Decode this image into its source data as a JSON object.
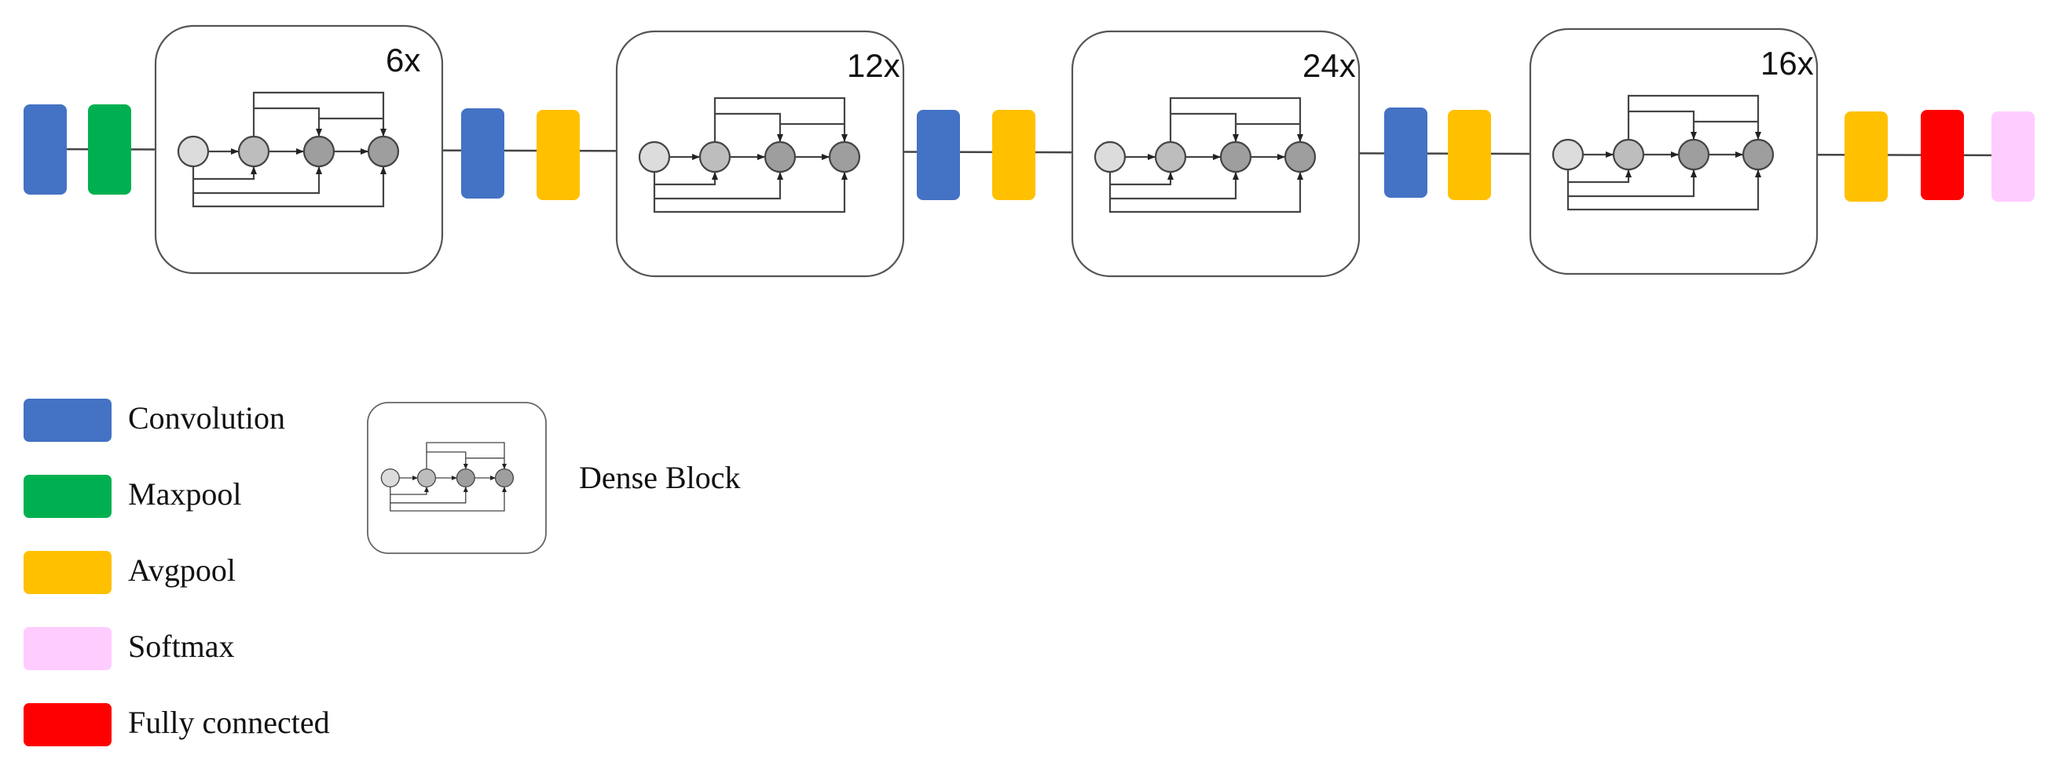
{
  "colors": {
    "convolution": "#4472c4",
    "maxpool": "#00b050",
    "avgpool": "#ffc000",
    "softmax": "#ffccff",
    "fully_connected": "#ff0000",
    "node_input": "#dcdcdc",
    "node_mid": "#bdbdbd",
    "node_dark": "#9e9e9e",
    "line": "#444444"
  },
  "pipeline": [
    {
      "kind": "convolution"
    },
    {
      "kind": "maxpool"
    },
    {
      "kind": "dense_block",
      "repeat": "6x"
    },
    {
      "kind": "convolution"
    },
    {
      "kind": "avgpool"
    },
    {
      "kind": "dense_block",
      "repeat": "12x"
    },
    {
      "kind": "convolution"
    },
    {
      "kind": "avgpool"
    },
    {
      "kind": "dense_block",
      "repeat": "24x"
    },
    {
      "kind": "convolution"
    },
    {
      "kind": "avgpool"
    },
    {
      "kind": "dense_block",
      "repeat": "16x"
    },
    {
      "kind": "avgpool"
    },
    {
      "kind": "fully_connected"
    },
    {
      "kind": "softmax"
    }
  ],
  "legend": {
    "items": [
      {
        "kind": "convolution",
        "label": "Convolution"
      },
      {
        "kind": "maxpool",
        "label": "Maxpool"
      },
      {
        "kind": "avgpool",
        "label": "Avgpool"
      },
      {
        "kind": "softmax",
        "label": "Softmax"
      },
      {
        "kind": "fully_connected",
        "label": "Fully connected"
      }
    ],
    "dense_block_label": "Dense Block"
  }
}
